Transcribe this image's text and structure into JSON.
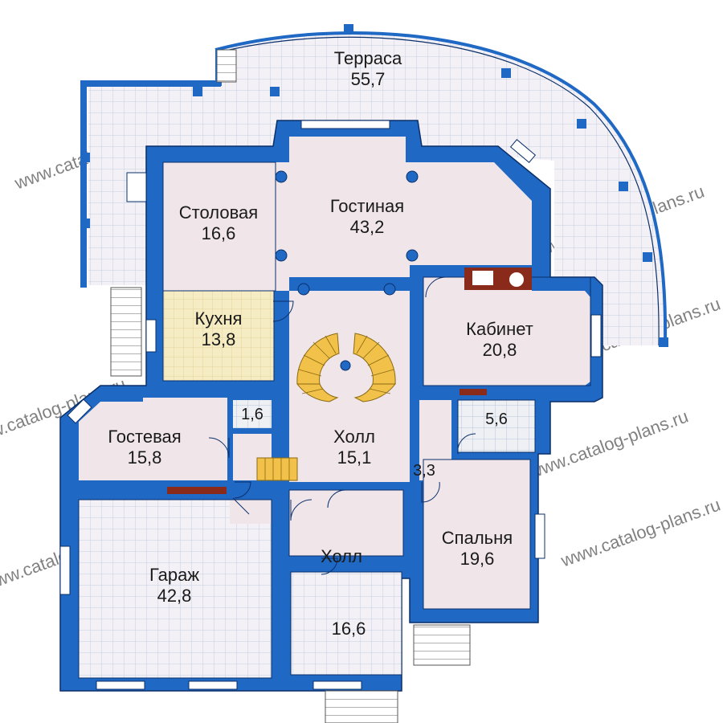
{
  "colors": {
    "wall": "#1f68c4",
    "wall_outline": "#0a2f6a",
    "room_floor": "#f0e6ea",
    "grid_floor": "#f1eef3",
    "grid_line": "#c5d0e3",
    "kitchen_floor": "#f6ecc4",
    "stair": "#f1c14a",
    "column": "#1f68c4",
    "furniture": "#8a2a1a"
  },
  "watermark": "www.catalog-plans.ru",
  "rooms": {
    "terrace": {
      "name": "Терраса",
      "area": "55,7"
    },
    "dining": {
      "name": "Столовая",
      "area": "16,6"
    },
    "living": {
      "name": "Гостиная",
      "area": "43,2"
    },
    "kitchen": {
      "name": "Кухня",
      "area": "13,8"
    },
    "study": {
      "name": "Кабинет",
      "area": "20,8"
    },
    "guest": {
      "name": "Гостевая",
      "area": "15,8"
    },
    "wc": {
      "area": "1,6"
    },
    "bath": {
      "area": "5,6"
    },
    "hall": {
      "name": "Холл",
      "area": "15,1"
    },
    "closet": {
      "area": "3,3"
    },
    "hall2": {
      "name": "Холл"
    },
    "bedroom": {
      "name": "Спальня",
      "area": "19,6"
    },
    "garage": {
      "name": "Гараж",
      "area": "42,8"
    },
    "porch": {
      "area": "16,6"
    }
  },
  "icons": {
    "stair_spiral": "spiral-staircase-icon",
    "stair_straight": "straight-stair-icon",
    "door_swing": "door-swing-icon",
    "column": "column-icon"
  }
}
